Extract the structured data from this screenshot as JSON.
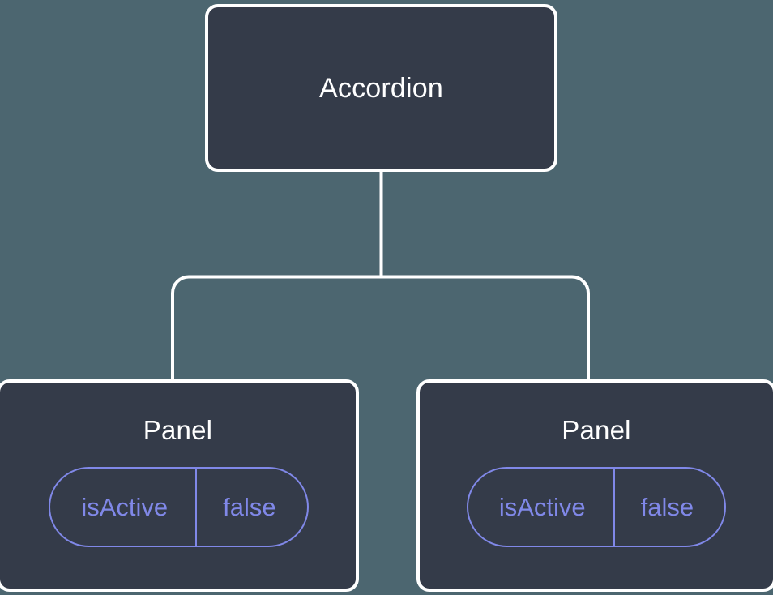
{
  "diagram": {
    "type": "component-tree",
    "background_color": "#4c6670",
    "node_fill_color": "#343b49",
    "node_border_color": "#ffffff",
    "connector_color": "#ffffff",
    "prop_accent_color": "#8088e8",
    "root": {
      "title": "Accordion"
    },
    "children": [
      {
        "title": "Panel",
        "prop": {
          "key": "isActive",
          "value": "false"
        }
      },
      {
        "title": "Panel",
        "prop": {
          "key": "isActive",
          "value": "false"
        }
      }
    ]
  }
}
